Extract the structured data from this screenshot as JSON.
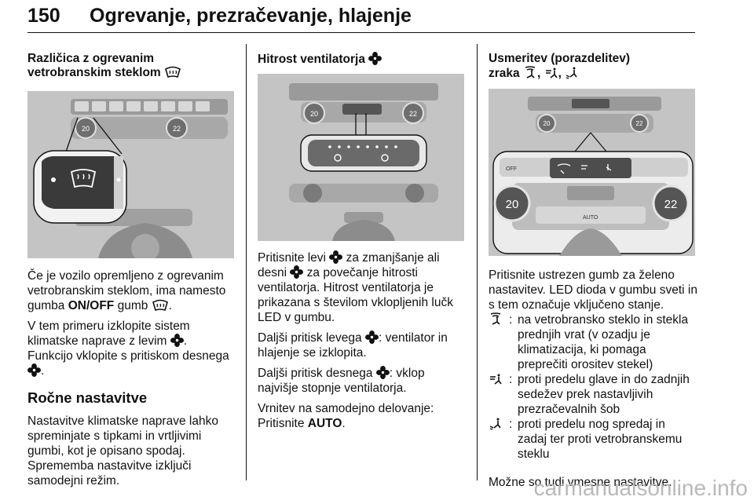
{
  "header": {
    "page_number": "150",
    "title": "Ogrevanje, prezračevanje, hlajenje"
  },
  "col1": {
    "heading_line1": "Različica z ogrevanim",
    "heading_line2": "vetrobranskim steklom",
    "p1_a": "Če je vozilo opremljeno z ogrevanim vetrobranskim steklom, ima namesto gumba ",
    "p1_bold": "ON/OFF",
    "p1_b": " gumb ",
    "p1_c": ".",
    "p2_a": "V tem primeru izklopite sistem klimatske naprave z levim ",
    "p2_b": ".",
    "p3_a": "Funkcijo vklopite s pritiskom desnega ",
    "p3_b": ".",
    "section_heading": "Ročne nastavitve",
    "p4": "Nastavitve klimatske naprave lahko spreminjate s tipkami in vrtljivimi gumbi, kot je opisano spodaj. Sprememba nastavitve izključi samodejni režim."
  },
  "col2": {
    "heading": "Hitrost ventilatorja",
    "p1_a": "Pritisnite levi ",
    "p1_b": " za zmanjšanje ali desni ",
    "p1_c": " za povečanje hitrosti ventilatorja. Hitrost ventilatorja je prikazana s številom vklopljenih lučk LED v gumbu.",
    "p2_a": "Daljši pritisk levega ",
    "p2_b": ": ventilator in hlajenje se izklopita.",
    "p3_a": "Daljši pritisk desnega ",
    "p3_b": ": vklop najvišje stopnje ventilatorja.",
    "p4_a": "Vrnitev na samodejno delovanje: Pritisnite ",
    "p4_bold": "AUTO",
    "p4_b": "."
  },
  "col3": {
    "heading_line1": "Usmeritev (porazdelitev)",
    "heading_line2": "zraka",
    "sep1": ",",
    "sep2": ",",
    "p1": "Pritisnite ustrezen gumb za želeno nastavitev. LED dioda v gumbu sveti in s tem označuje vključeno stanje.",
    "defs": [
      {
        "icon": "windscreen-feet-airflow-icon",
        "text": "na vetrobransko steklo in stekla prednjih vrat (v ozadju je klimatizacija, ki pomaga preprečiti orositev stekel)"
      },
      {
        "icon": "head-airflow-icon",
        "text": "proti predelu glave in do zadnjih sedežev prek nastavljivih prezračevalnih šob"
      },
      {
        "icon": "feet-airflow-icon",
        "text": "proti predelu nog spredaj in zadaj ter proti vetrobranskemu steklu"
      }
    ],
    "colon": ":",
    "p2": "Možne so tudi vmesne nastavitve."
  },
  "images": {
    "img1": {
      "temp_left": "20",
      "temp_right": "22"
    },
    "img2": {
      "temp_left": "20",
      "temp_right": "22"
    },
    "img3": {
      "temp_left": "20",
      "temp_right": "22",
      "small_left": "20",
      "small_right": "22",
      "auto": "AUTO",
      "off": "OFF"
    }
  },
  "watermark": "carmanualsonline.info",
  "colors": {
    "text": "#111111",
    "image_bg": "#bdbdbd",
    "watermark": "#b9b9b9"
  }
}
